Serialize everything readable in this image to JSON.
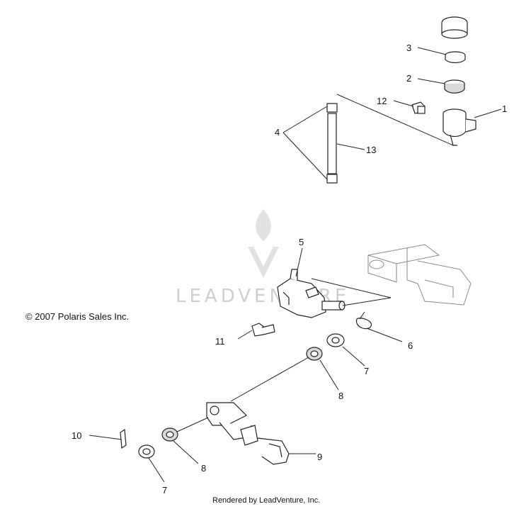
{
  "watermark": {
    "brand": "LEADVENTURE"
  },
  "copyright": "© 2007 Polaris Sales Inc.",
  "footer": "Rendered by LeadVenture, Inc.",
  "callouts": {
    "c1": "1",
    "c2": "2",
    "c3": "3",
    "c4": "4",
    "c5": "5",
    "c6": "6",
    "c7a": "7",
    "c7b": "7",
    "c8a": "8",
    "c8b": "8",
    "c9": "9",
    "c10": "10",
    "c11": "11",
    "c12": "12",
    "c13": "13"
  }
}
